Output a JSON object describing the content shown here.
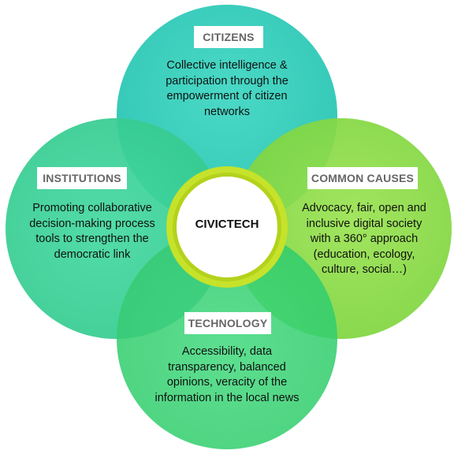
{
  "center": {
    "label": "CIVICTECH"
  },
  "petals": {
    "citizens": {
      "title": "CITIZENS",
      "lines": [
        "Collective intelligence &",
        "participation through the",
        "empowerment of citizen",
        "networks"
      ],
      "color": "#3fcfbf"
    },
    "institutions": {
      "title": "INSTITUTIONS",
      "lines": [
        "Promoting collaborative",
        "decision-making process",
        "tools to strengthen the",
        "democratic link"
      ],
      "color": "#3ed49a"
    },
    "common_causes": {
      "title": "COMMON CAUSES",
      "lines": [
        "Advocacy, fair, open and",
        "inclusive digital society",
        "with a 360° approach",
        "(education, ecology,",
        "culture, social…)"
      ],
      "color": "#8edc4a"
    },
    "technology": {
      "title": "TECHNOLOGY",
      "lines": [
        "Accessibility, data",
        "transparency, balanced",
        "opinions, veracity of the",
        "information in the local news"
      ],
      "color": "#44d67c"
    }
  },
  "colors": {
    "hub_ring": "#c6e22a",
    "hub_fill": "#ffffff",
    "tag_text": "#666666"
  }
}
